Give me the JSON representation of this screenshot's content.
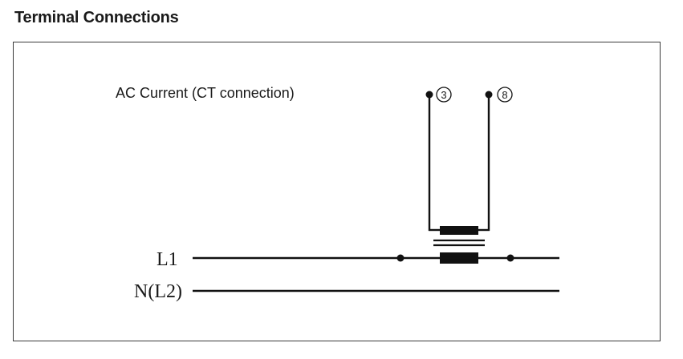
{
  "heading": "Terminal Connections",
  "diagram": {
    "ac_current_label": "AC Current (CT connection)",
    "terminals": [
      "3",
      "8"
    ],
    "lines": {
      "l1": "L1",
      "neutral": "N(L2)"
    },
    "colors": {
      "line": "#111111",
      "frame": "#3a3a3a"
    }
  }
}
